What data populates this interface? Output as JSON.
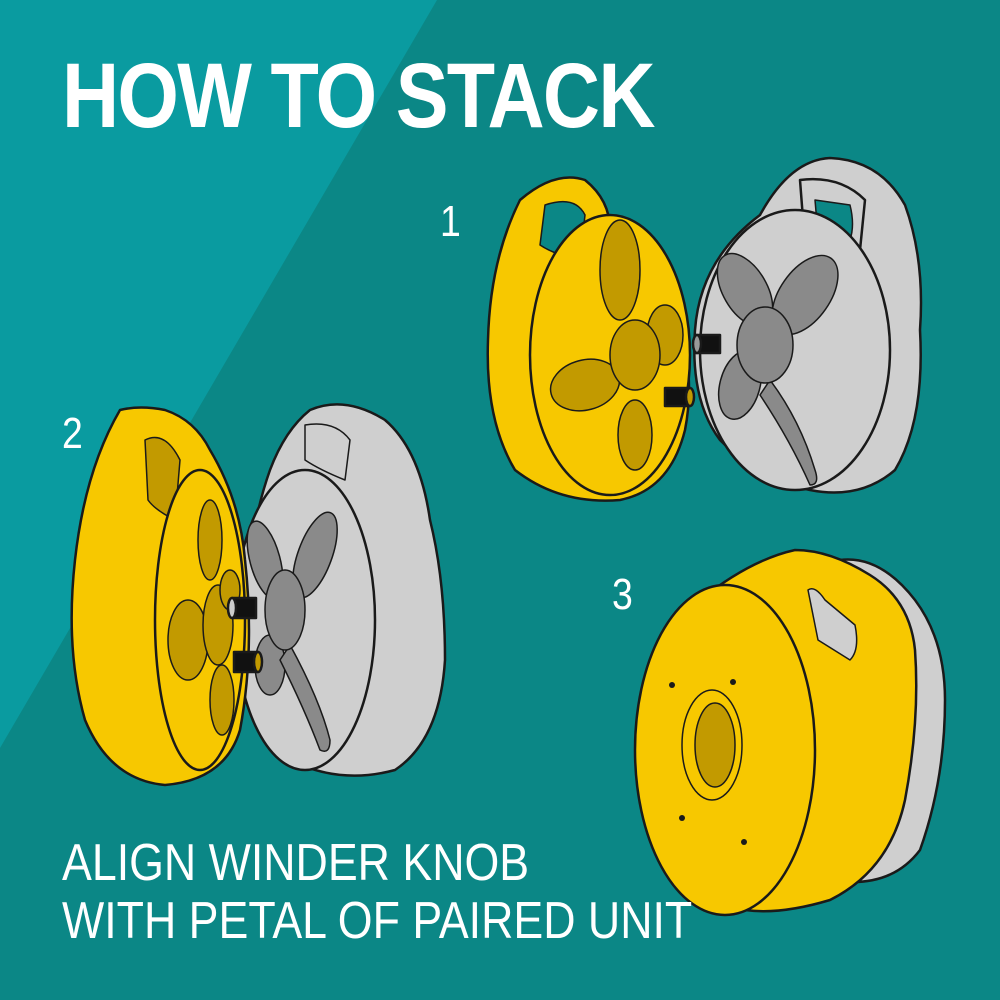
{
  "title": "HOW TO STACK",
  "steps": [
    {
      "number": "1",
      "description": "Yellow and gray reels facing each other, knob aligned to petal"
    },
    {
      "number": "2",
      "description": "Reels pressed together, winder knobs engaging petals"
    },
    {
      "number": "3",
      "description": "Stacked pair of reels, yellow in front of gray"
    }
  ],
  "caption": {
    "line1": "ALIGN WINDER KNOB",
    "line2": "WITH PETAL OF PAIRED UNIT"
  },
  "colors": {
    "background_light": "#0a9ba0",
    "background_dark": "#0b8786",
    "reel_yellow": "#f7c800",
    "reel_yellow_dark": "#c29a00",
    "reel_gray": "#cfcfcf",
    "reel_gray_dark": "#8a8a8a",
    "text": "#ffffff"
  }
}
